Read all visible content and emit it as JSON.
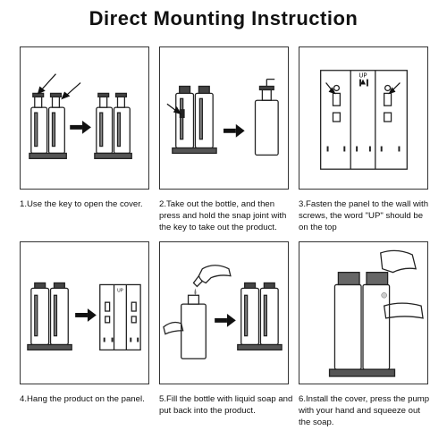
{
  "title": "Direct Mounting Instruction",
  "steps": [
    {
      "caption": "1.Use the key to open the cover."
    },
    {
      "caption": "2.Take out the bottle, and then press and hold the snap joint with the key to take out the product."
    },
    {
      "caption": "3.Fasten the panel to the wall with screws, the word \"UP\" should be on the top"
    },
    {
      "caption": "4.Hang the product on the panel."
    },
    {
      "caption": "5.Fill the bottle with liquid soap and put back into the product."
    },
    {
      "caption": "6.Install the cover, press the pump with your hand and squeeze out the soap."
    }
  ],
  "panel_up_label": "UP",
  "icons": [
    "arrow-icon",
    "key-icon",
    "dispenser-illustration",
    "bottle-illustration",
    "wall-panel-illustration",
    "hand-illustration"
  ]
}
